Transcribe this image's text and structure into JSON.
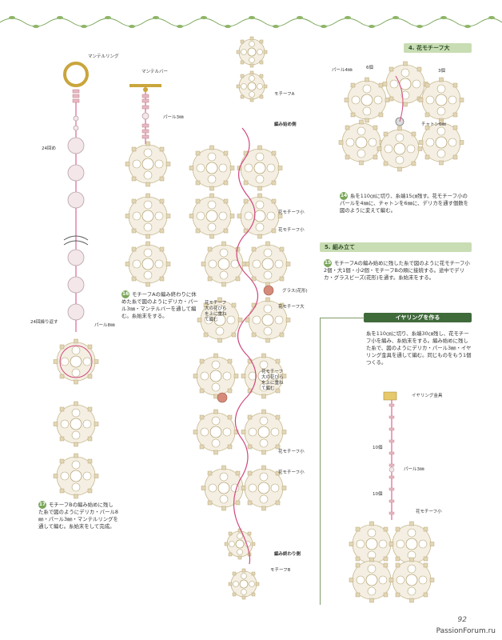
{
  "labels": {
    "mantel_ring": "マンテルリング",
    "mantel_bar": "マンテルバー",
    "pearl3_a": "パール3㎜",
    "pearl8_a": "パール8㎜",
    "n24_a": "24回め",
    "n24_b": "24回繰り返す",
    "motif_a": "モチーフA",
    "start_side": "編み始め側",
    "motif_small_1": "花モチーフ小",
    "motif_small_2": "花モチーフ小",
    "glass_bead": "グラス(花形)",
    "motif_large": "花モチーフ大",
    "overlap_1": "花モチーフ大の花びらを上に重ねて編む",
    "overlap_2": "花モチーフ大の花びらを上に重ねて編む",
    "motif_small_3": "花モチーフ小",
    "motif_small_4": "花モチーフ小",
    "end_side": "編み終わり側",
    "motif_b": "モチーフB",
    "pearl4": "パール4㎜",
    "n6": "6個",
    "n3": "3個",
    "chaton": "チャトン6㎜",
    "earring_fitting": "イヤリング金具",
    "n10_a": "10個",
    "pearl3_b": "パール3㎜",
    "n10_b": "10個",
    "motif_small_e": "花モチーフ小"
  },
  "sections": {
    "s4": "4. 花モチーフ大",
    "s5": "5. 組み立て",
    "earring": "イヤリングを作る"
  },
  "steps": {
    "n14": "14",
    "t14": "糸を110㎝に切り、糸端15㎝残す。花モチーフ小のパールを4㎜に、チャトンを6㎜に、デリカを通す個数を図のように変えて編む。",
    "n15": "15",
    "t15": "モチーフAの編み始めに残した糸で図のように花モチーフ小2個・大1個・小2個・モチーフBの順に接続する。途中でデリカ・グラスビーズ(花形)を通す。糸始末をする。",
    "n16": "16",
    "t16": "モチーフAの編み終わりに休めた糸で図のようにデリカ・パール3㎜・マンテルバーを通して編む。糸始末をする。",
    "n17": "17",
    "t17": "モチーフBの編み始めに残した糸で図のようにデリカ・パール8㎜・パール3㎜・マンテルリングを通して編む。糸始末をして完成。",
    "earring_text": "糸を110㎝に切り、糸端30㎝残し、花モチーフ小を編み、糸始末をする。編み始めに残した糸で、図のようにデリカ・パール3㎜・イヤリング金具を通して編む。同じものをもう1個つくる。"
  },
  "page_number": "92",
  "watermark": "PassionForum.ru",
  "colors": {
    "accent": "#7aa65a",
    "header_green": "#c9ddb4",
    "bead_tan": "#d9c9a3",
    "thread_pink": "#d04a7f"
  }
}
